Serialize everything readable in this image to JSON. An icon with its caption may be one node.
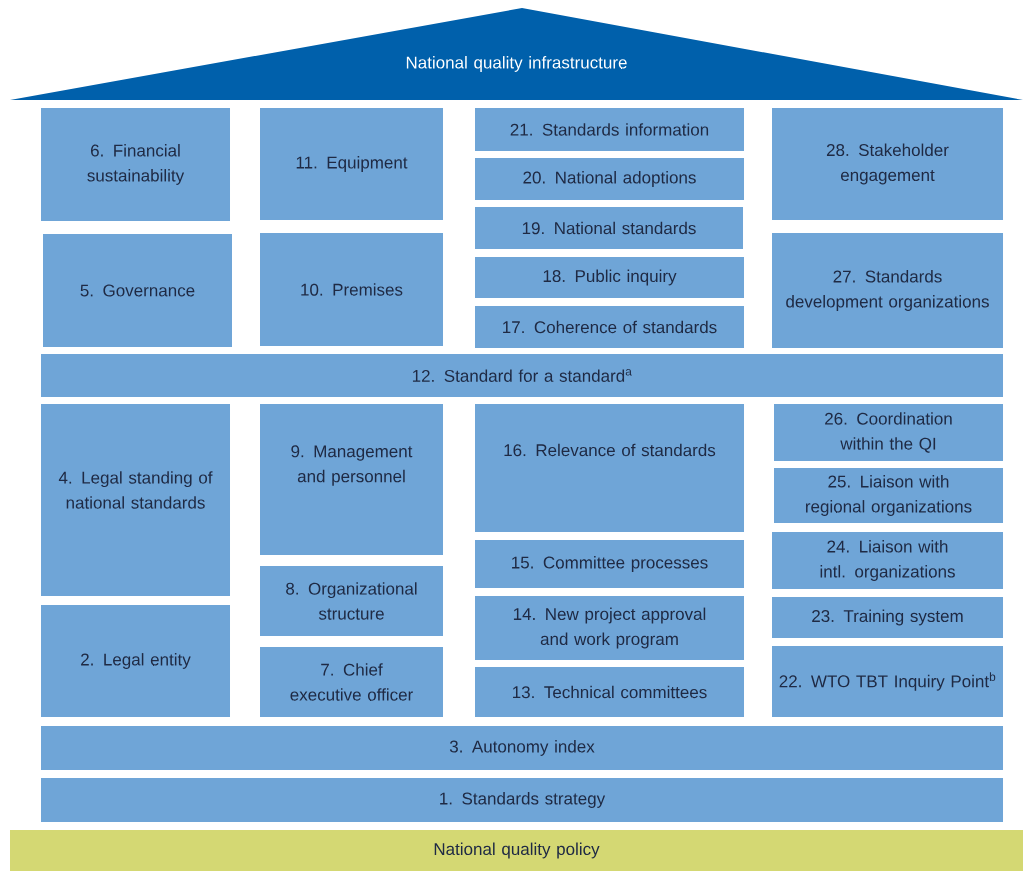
{
  "diagram": {
    "nodes": [
      {
        "text": [
          "National quality infrastructure"
        ]
      },
      {
        "text": [
          "6. Financial sustainability"
        ]
      },
      {
        "text": [
          "11. Equipment"
        ]
      },
      {
        "text": [
          "21. Standards information"
        ]
      },
      {
        "text": [
          "20. National adoptions"
        ]
      },
      {
        "text": [
          "28. Stakeholder engagement"
        ]
      },
      {
        "text": [
          "5. Governance"
        ]
      },
      {
        "text": [
          "10. Premises"
        ]
      },
      {
        "text": [
          "19. National standards"
        ]
      },
      {
        "text": [
          "27. Standards development organizations"
        ]
      },
      {
        "text": [
          "18. Public inquiry"
        ]
      },
      {
        "text": [
          "17. Coherence of standards"
        ]
      },
      {
        "text": [
          "12. Standard for a standard$^{a}$"
        ]
      },
      {
        "text": [
          "4. Legal standing of national standards"
        ]
      },
      {
        "text": [
          "9. Management and personnel"
        ]
      },
      {
        "text": [
          "16. Relevance of standards"
        ]
      },
      {
        "text": [
          "26. Coordination within the QI"
        ]
      },
      {
        "text": [
          "25. Liaison with regional organizations"
        ]
      },
      {
        "text": [
          "24. Liaison with intl. organizations"
        ]
      },
      {
        "text": [
          "15. Committee processes"
        ]
      },
      {
        "text": [
          "8. Organizational structure"
        ]
      },
      {
        "text": [
          "14. New project approval and work program"
        ]
      },
      {
        "text": [
          "23. Training system"
        ]
      },
      {
        "text": [
          "2. Legal entity"
        ]
      },
      {
        "text": [
          "7. Chief executive officer"
        ]
      },
      {
        "text": [
          "22. WTO TBT Inquiry Point$^{b}$"
        ]
      },
      {
        "text": [
          "13. Technical committees"
        ]
      },
      {
        "text": [
          "3. Autonomy index"
        ]
      },
      {
        "text": [
          "1. Standards strategy"
        ]
      },
      {
        "text": [
          "National quality policy"
        ]
      }
    ]
  }
}
